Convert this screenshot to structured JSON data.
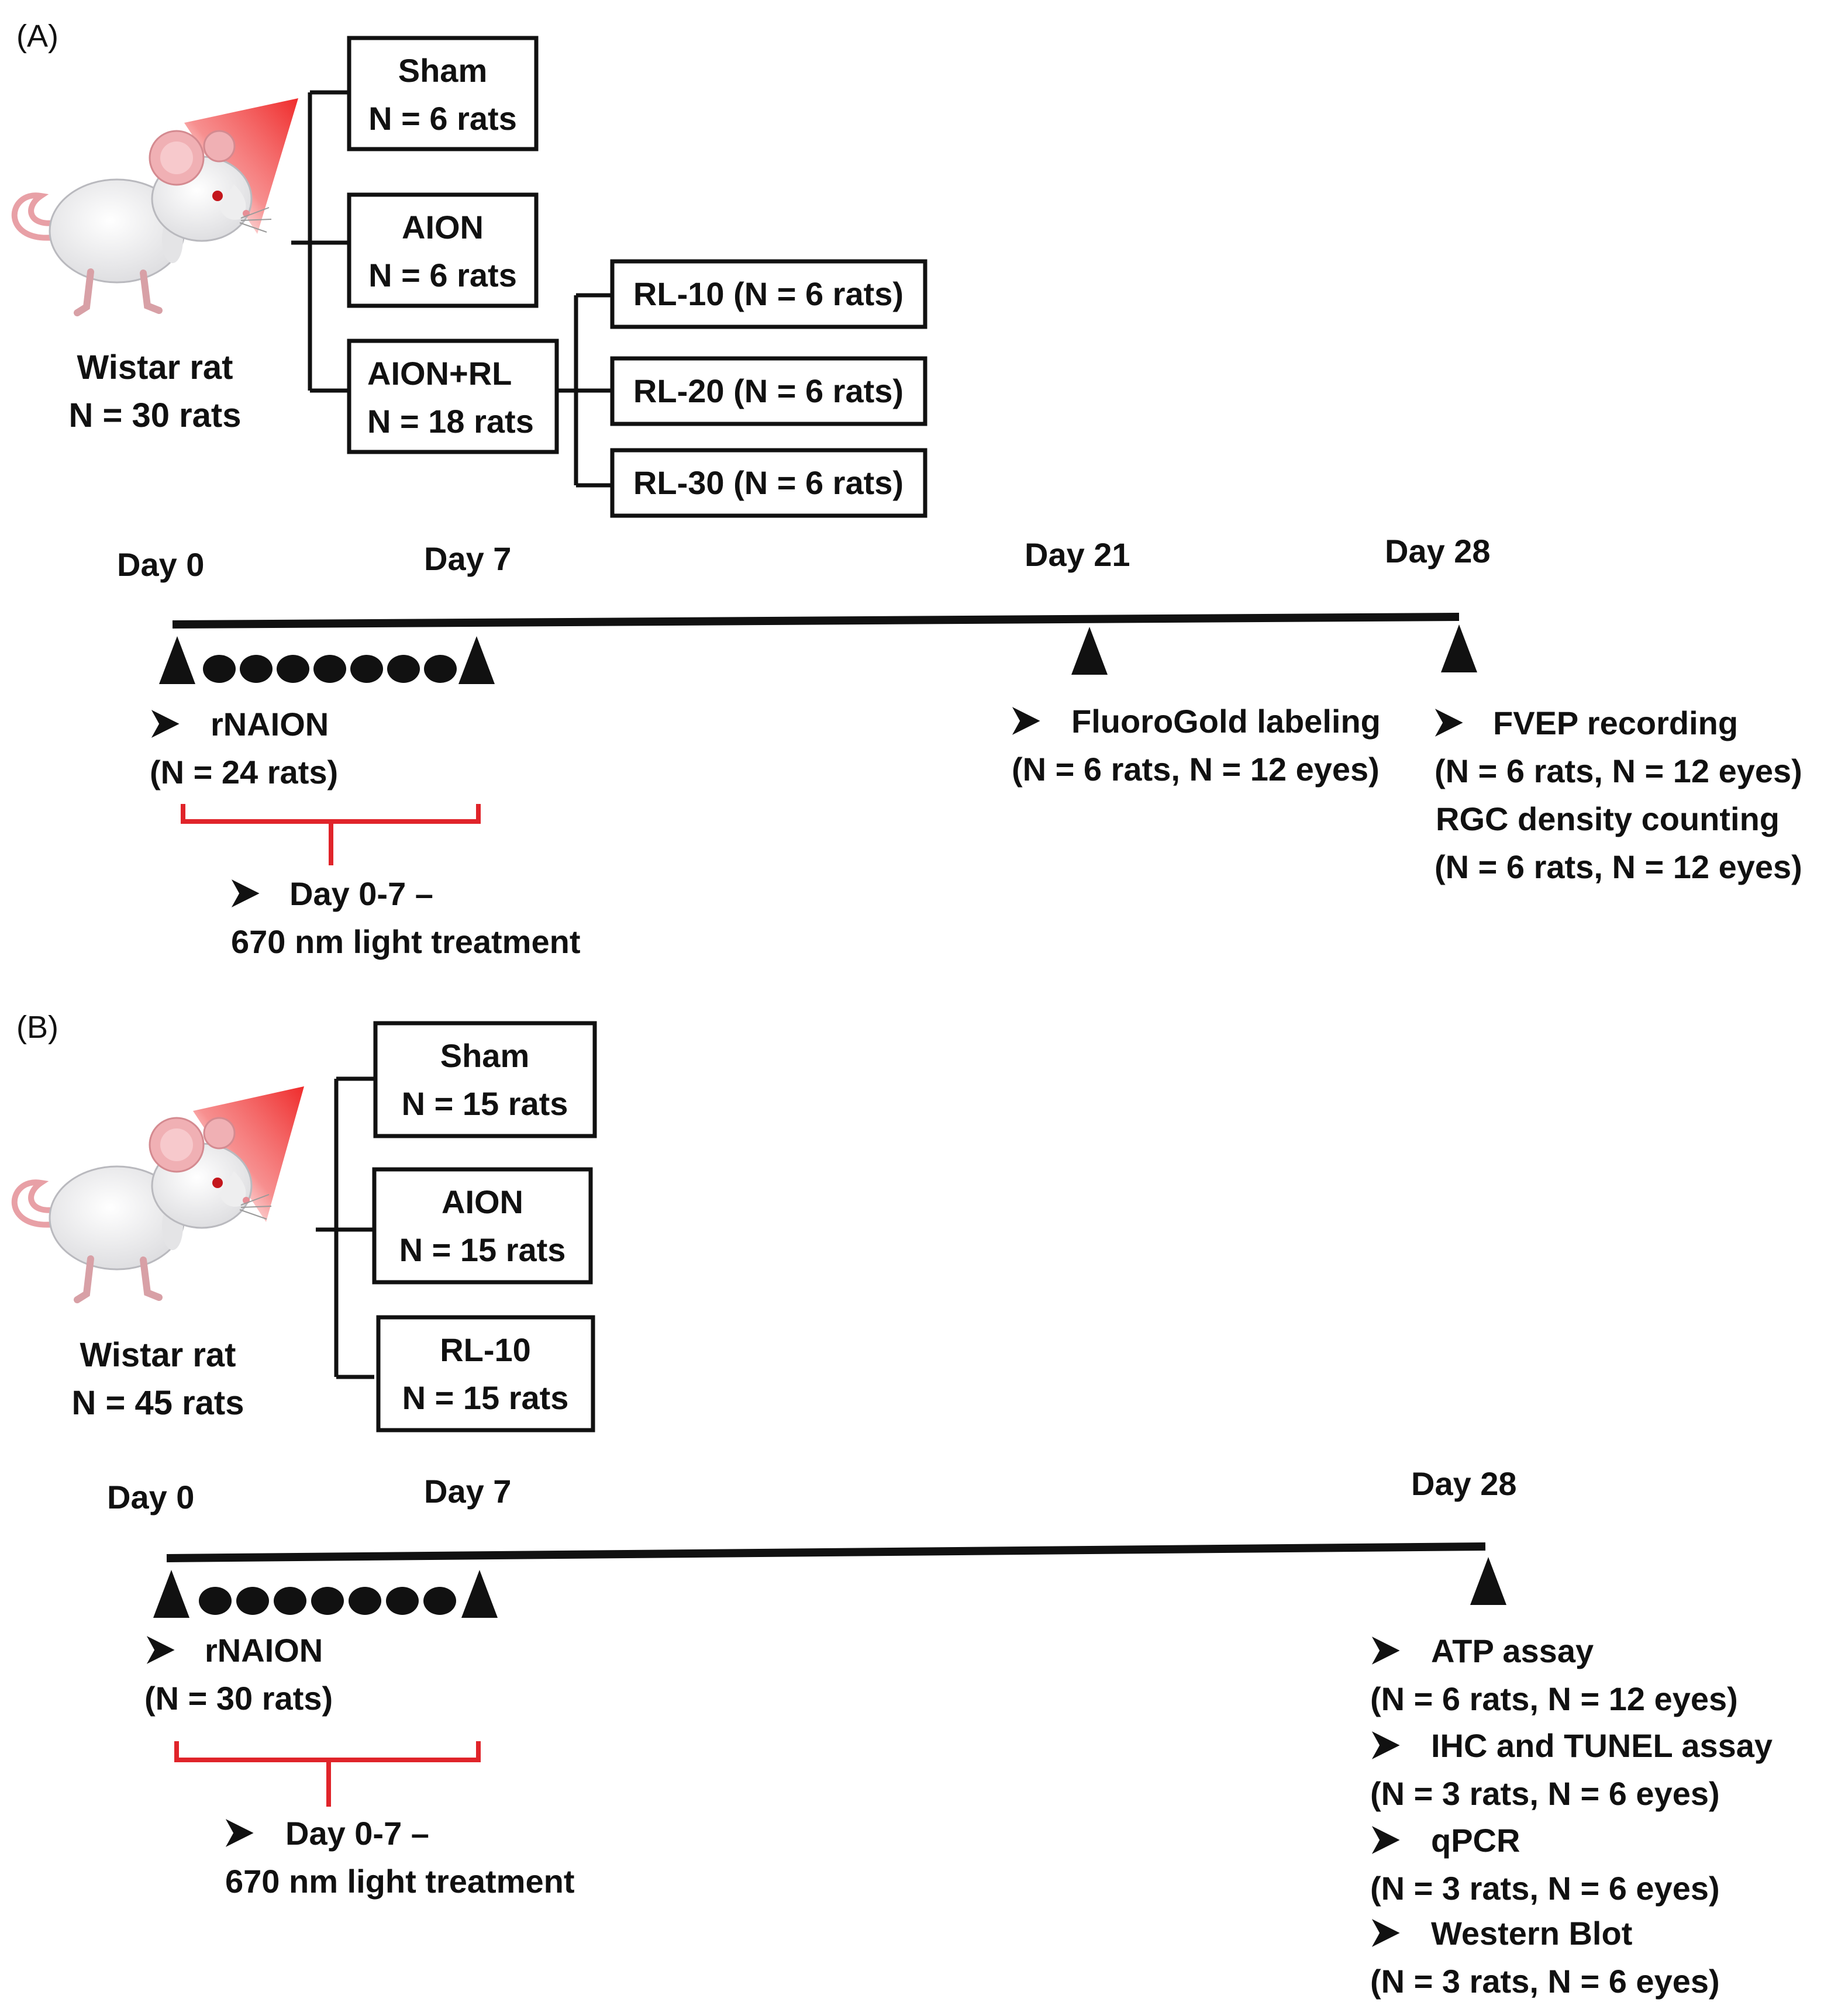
{
  "panel_a": {
    "panel_label": "(A)",
    "subject": {
      "line1": "Wistar rat",
      "line2": "N = 30 rats"
    },
    "groups": [
      {
        "name": "Sham",
        "n": "N = 6 rats"
      },
      {
        "name": "AION",
        "n": "N = 6 rats"
      },
      {
        "name": "AION+RL",
        "n": "N = 18 rats"
      }
    ],
    "subgroups": [
      "RL-10 (N = 6 rats)",
      "RL-20 (N = 6 rats)",
      "RL-30 (N = 6 rats)"
    ],
    "timeline": {
      "day_labels": [
        "Day 0",
        "Day 7",
        "Day 21",
        "Day 28"
      ],
      "induction": {
        "title": "rNAION",
        "n": "(N = 24 rats)"
      },
      "treatment": {
        "line1": "Day 0-7 –",
        "line2": "670 nm light treatment"
      },
      "day21_event": {
        "title": "FluoroGold  labeling",
        "n": "(N = 6 rats, N = 12 eyes)"
      },
      "day28_events": [
        {
          "title": "FVEP recording",
          "n": "(N = 6 rats, N = 12 eyes)"
        },
        {
          "title": "RGC density counting",
          "n": "(N = 6 rats, N = 12 eyes)"
        }
      ]
    }
  },
  "panel_b": {
    "panel_label": "(B)",
    "subject": {
      "line1": "Wistar rat",
      "line2": "N = 45 rats"
    },
    "groups": [
      {
        "name": "Sham",
        "n": "N = 15 rats"
      },
      {
        "name": "AION",
        "n": "N = 15 rats"
      },
      {
        "name": "RL-10",
        "n": "N = 15 rats"
      }
    ],
    "timeline": {
      "day_labels": [
        "Day 0",
        "Day 7",
        "Day 28"
      ],
      "induction": {
        "title": "rNAION",
        "n": "(N = 30 rats)"
      },
      "treatment": {
        "line1": "Day 0-7 –",
        "line2": "670 nm light treatment"
      },
      "day28_events": [
        {
          "title": "ATP assay",
          "n": "(N = 6 rats, N = 12 eyes)"
        },
        {
          "title": "IHC and TUNEL assay",
          "n": "(N = 3 rats, N = 6 eyes)"
        },
        {
          "title": "qPCR",
          "n": "(N = 3 rats, N = 6 eyes)"
        },
        {
          "title": "Western Blot",
          "n": "(N = 3 rats, N = 6 eyes)"
        }
      ]
    }
  },
  "colors": {
    "ink": "#111111",
    "bracket": "#e0242a",
    "light_beam": "#ef2b2b"
  },
  "icons": [
    "rat-illustration",
    "red-light-beam",
    "arrow-bullet-icon",
    "day-marker-triangle",
    "treatment-dot"
  ]
}
